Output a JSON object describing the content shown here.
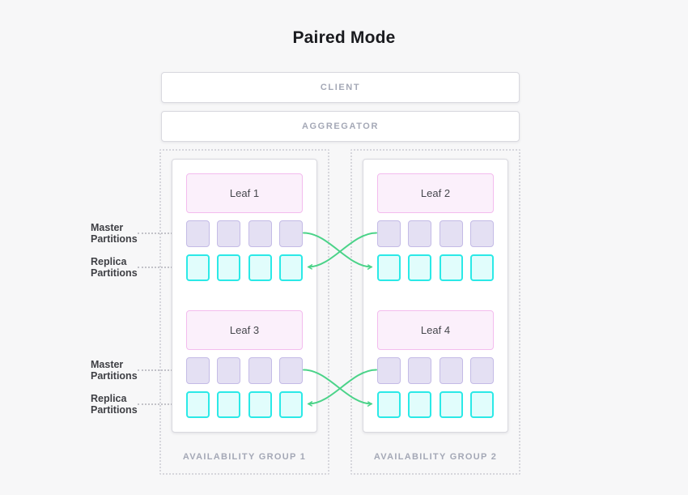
{
  "title": "Paired Mode",
  "tiers": {
    "client": "CLIENT",
    "aggregator": "AGGREGATOR"
  },
  "side_labels": {
    "master": "Master Partitions",
    "replica": "Replica Partitions"
  },
  "groups": [
    {
      "label": "AVAILABILITY GROUP 1",
      "leaves": [
        {
          "label": "Leaf 1",
          "master_partitions": 4,
          "replica_partitions": 4
        },
        {
          "label": "Leaf 3",
          "master_partitions": 4,
          "replica_partitions": 4
        }
      ]
    },
    {
      "label": "AVAILABILITY GROUP 2",
      "leaves": [
        {
          "label": "Leaf 2",
          "master_partitions": 4,
          "replica_partitions": 4
        },
        {
          "label": "Leaf 4",
          "master_partitions": 4,
          "replica_partitions": 4
        }
      ]
    }
  ],
  "colors": {
    "leaf_fill": "#FBF0FB",
    "leaf_border": "#F3BCEE",
    "master_fill": "#E4E0F3",
    "master_border": "#C4BBE6",
    "replica_fill": "#E1FDFC",
    "replica_border": "#2BE9E7",
    "replication_arrow": "#4BD389"
  }
}
